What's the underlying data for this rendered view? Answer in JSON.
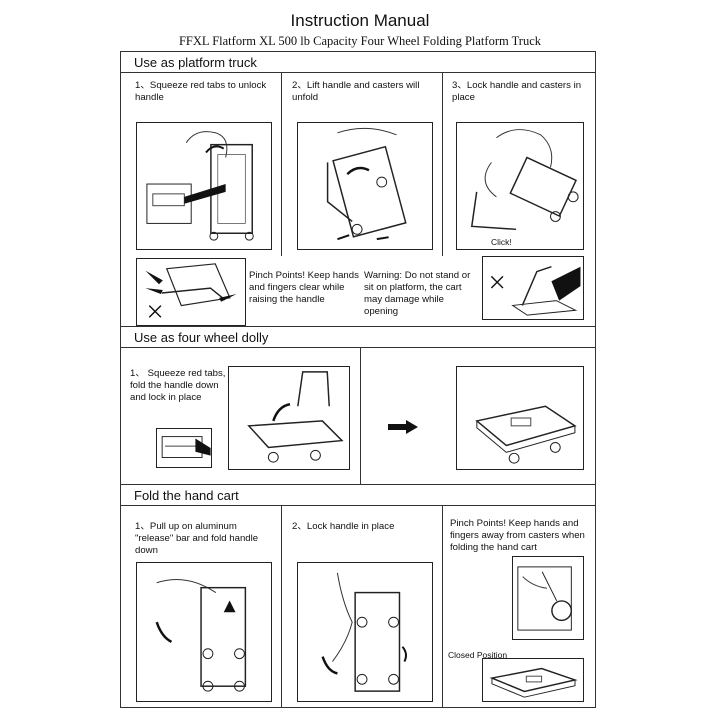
{
  "header": {
    "title": "Instruction Manual",
    "subtitle": "FFXL Flatform XL 500 lb Capacity Four Wheel Folding Platform Truck"
  },
  "sections": {
    "platform": {
      "heading": "Use as platform truck",
      "step1": "1、Squeeze red tabs to unlock handle",
      "step2": "2、Lift handle and casters will unfold",
      "step3": "3、Lock handle and casters in place",
      "click_label": "Click!",
      "pinch_note": "Pinch Points! Keep hands and fingers clear while raising the handle",
      "warning_note": "Warning: Do not stand or sit on platform, the cart may damage while opening"
    },
    "dolly": {
      "heading": "Use as four wheel dolly",
      "step1": "1、 Squeeze red tabs, fold the handle down and lock in place"
    },
    "fold": {
      "heading": "Fold the hand cart",
      "step1": "1、Pull up on aluminum \"release\" bar and fold handle down",
      "step2": "2、Lock handle in place",
      "pinch_note": "Pinch Points! Keep hands and fingers away from casters when folding the hand cart",
      "closed_label": "Closed Position"
    }
  },
  "icons": {
    "wrong": "cross-mark-icon",
    "arrow": "right-arrow-icon"
  }
}
